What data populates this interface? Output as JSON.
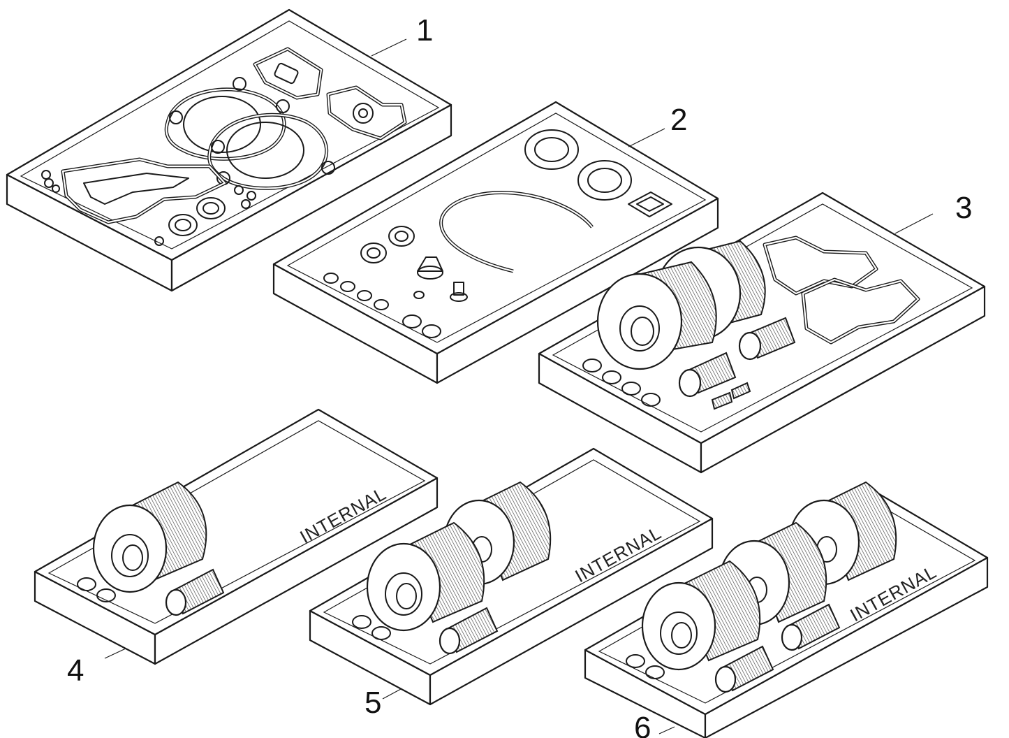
{
  "callouts": {
    "kit1": "1",
    "kit2": "2",
    "kit3": "3",
    "kit4": "4",
    "kit5": "5",
    "kit6": "6"
  },
  "tray_labels": {
    "kit4": "INTERNAL",
    "kit5": "INTERNAL",
    "kit6": "INTERNAL"
  }
}
